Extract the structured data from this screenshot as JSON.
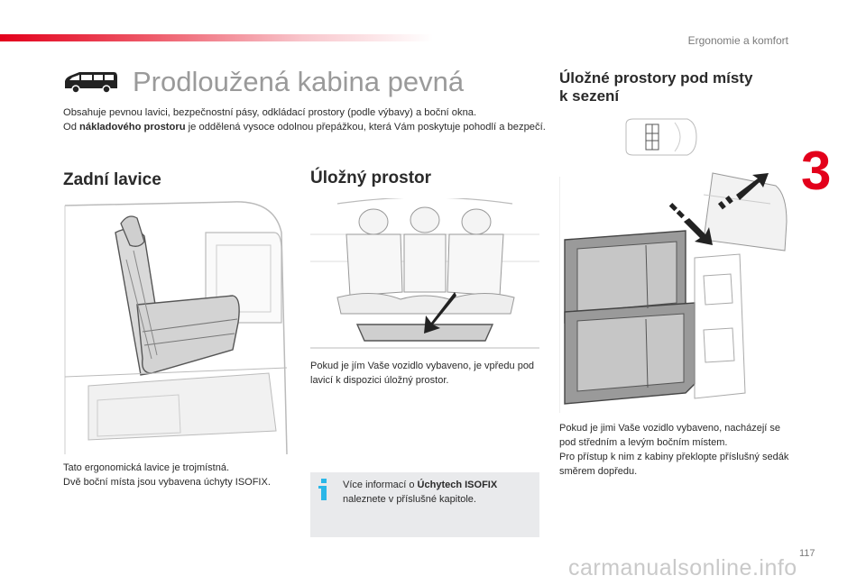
{
  "header": {
    "section": "Ergonomie a komfort",
    "chapter_number": "3",
    "accent_color": "#e3001b"
  },
  "main": {
    "title": "Prodloužená kabina pevná",
    "intro_line1": "Obsahuje pevnou lavici, bezpečnostní pásy, odkládací prostory (podle výbavy) a boční okna.",
    "intro_prefix": "Od ",
    "intro_bold": "nákladového prostoru",
    "intro_suffix": " je oddělená vysoce odolnou přepážkou, která Vám poskytuje pohodlí a bezpečí."
  },
  "zadni": {
    "heading": "Zadní lavice",
    "text_line1": "Tato ergonomická lavice je trojmístná.",
    "text_line2": "Dvě boční místa jsou vybavena úchyty ISOFIX."
  },
  "ulozny": {
    "heading": "Úložný prostor",
    "text": "Pokud je jím Vaše vozidlo vybaveno, je vpředu pod lavicí k dispozici úložný prostor."
  },
  "info": {
    "icon": "i",
    "prefix": "Více informací o ",
    "bold": "Úchytech ISOFIX",
    "suffix": "naleznete v příslušné kapitole."
  },
  "right": {
    "heading_line1": "Úložné prostory pod místy",
    "heading_line2": "k sezení",
    "text_line1": "Pokud je jimi Vaše vozidlo vybaveno, nacházejí se pod středním a levým bočním místem.",
    "text_line2": "Pro přístup k nim z kabiny překlopte příslušný sedák směrem dopředu."
  },
  "footer": {
    "page_number": "117",
    "watermark": "carmanualsonline.info"
  }
}
